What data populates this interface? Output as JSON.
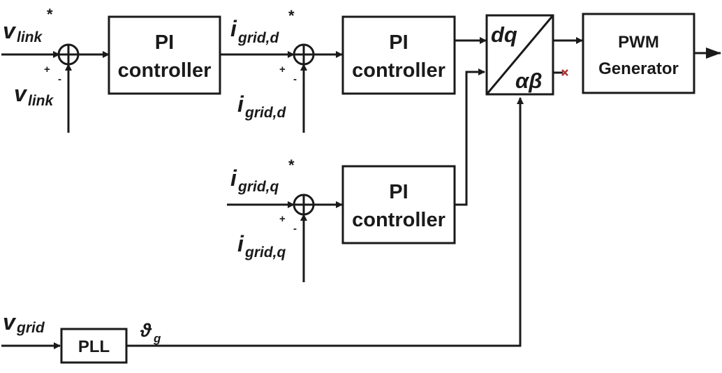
{
  "blocks": {
    "pi_link": [
      "PI",
      "controller"
    ],
    "pi_d": [
      "PI",
      "controller"
    ],
    "pi_q": [
      "PI",
      "controller"
    ],
    "transform_top": "dq",
    "transform_bottom": "αβ",
    "pwm": [
      "PWM",
      "Generator"
    ],
    "pll": "PLL"
  },
  "signals": {
    "v_link_ref": {
      "main": "v",
      "sub": "link",
      "sup": "*"
    },
    "v_link": {
      "main": "v",
      "sub": "link"
    },
    "i_grid_d_ref": {
      "main": "i",
      "sub": "grid,d",
      "sup": "*"
    },
    "i_grid_d": {
      "main": "i",
      "sub": "grid,d"
    },
    "i_grid_q_ref": {
      "main": "i",
      "sub": "grid,q",
      "sup": "*"
    },
    "i_grid_q": {
      "main": "i",
      "sub": "grid,q"
    },
    "v_grid": {
      "main": "v",
      "sub": "grid"
    },
    "theta_g": {
      "main": "ϑ",
      "sub": "g"
    }
  },
  "signs": {
    "plus": "+",
    "minus": "-"
  },
  "colors": {
    "line": "#1a1a1a",
    "unused_port_marker": "#b03030"
  }
}
